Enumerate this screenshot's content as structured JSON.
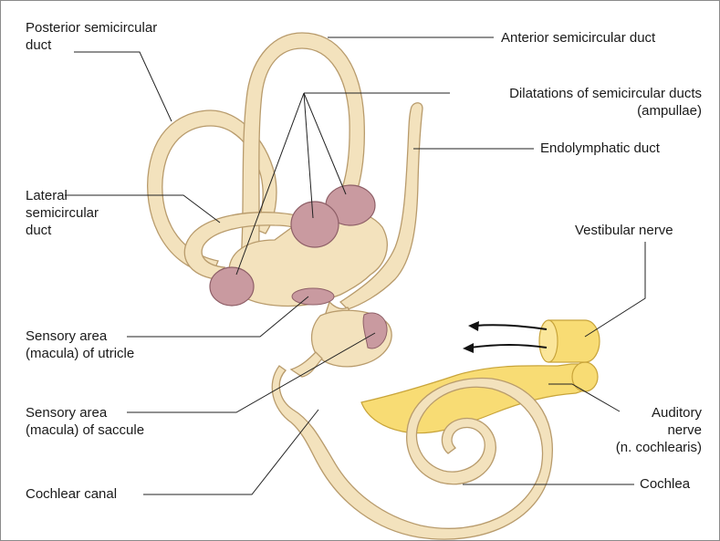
{
  "colors": {
    "membrane_fill": "#f3e2bd",
    "membrane_stroke": "#b89b6c",
    "ampulla_fill": "#c99aa0",
    "ampulla_stroke": "#8e5f67",
    "nerve_fill": "#f8dc74",
    "nerve_stroke": "#c8a43a",
    "leader": "#222222"
  },
  "labels": {
    "posterior_semicircular_duct": "Posterior semicircular\nduct",
    "anterior_semicircular_duct": "Anterior semicircular duct",
    "ampullae": "Dilatations of semicircular ducts\n(ampullae)",
    "endolymphatic_duct": "Endolymphatic duct",
    "lateral_semicircular_duct": "Lateral\nsemicircular\nduct",
    "vestibular_nerve": "Vestibular nerve",
    "macula_utricle": "Sensory area\n(macula) of utricle",
    "macula_saccule": "Sensory area\n(macula) of saccule",
    "auditory_nerve": "Auditory\nnerve\n(n. cochlearis)",
    "cochlear_canal": "Cochlear canal",
    "cochlea": "Cochlea"
  }
}
